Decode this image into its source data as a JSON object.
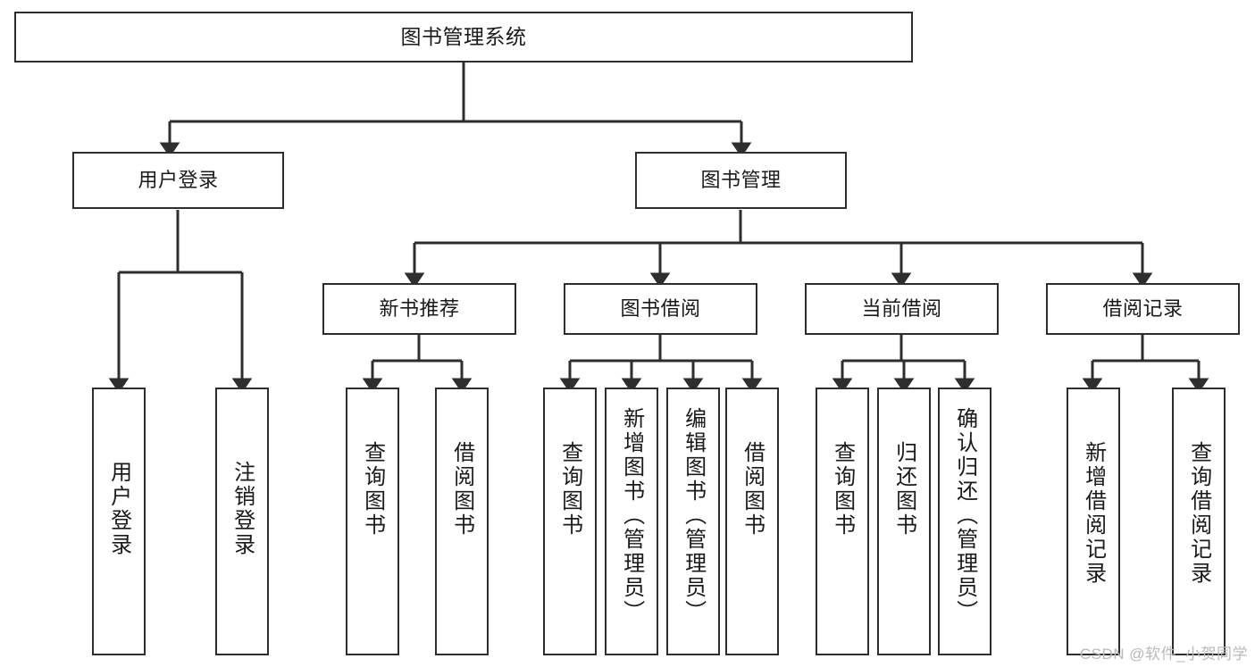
{
  "diagram": {
    "title": "图书管理系统",
    "type": "tree-hierarchy-chart",
    "stroke_color": "#2e2e2e",
    "fill_color": "#ffffff",
    "text_color": "#1a1a1a"
  },
  "root": {
    "label": "图书管理系统"
  },
  "level1": [
    {
      "label": "用户登录"
    },
    {
      "label": "图书管理"
    }
  ],
  "level2": [
    {
      "label": "新书推荐"
    },
    {
      "label": "图书借阅"
    },
    {
      "label": "当前借阅"
    },
    {
      "label": "借阅记录"
    }
  ],
  "leaves": {
    "user_login": [
      {
        "label": "用户登录"
      },
      {
        "label": "注销登录"
      }
    ],
    "new_book_recommend": [
      {
        "label": "查询图书"
      },
      {
        "label": "借阅图书"
      }
    ],
    "book_borrow": [
      {
        "label": "查询图书"
      },
      {
        "label": "新增图书（管理员）"
      },
      {
        "label": "编辑图书（管理员）"
      },
      {
        "label": "借阅图书"
      }
    ],
    "current_borrow": [
      {
        "label": "查询图书"
      },
      {
        "label": "归还图书"
      },
      {
        "label": "确认归还（管理员）"
      }
    ],
    "borrow_record": [
      {
        "label": "新增借阅记录"
      },
      {
        "label": "查询借阅记录"
      }
    ]
  },
  "watermark": {
    "text": "CSDN @软件_小贺同学"
  }
}
